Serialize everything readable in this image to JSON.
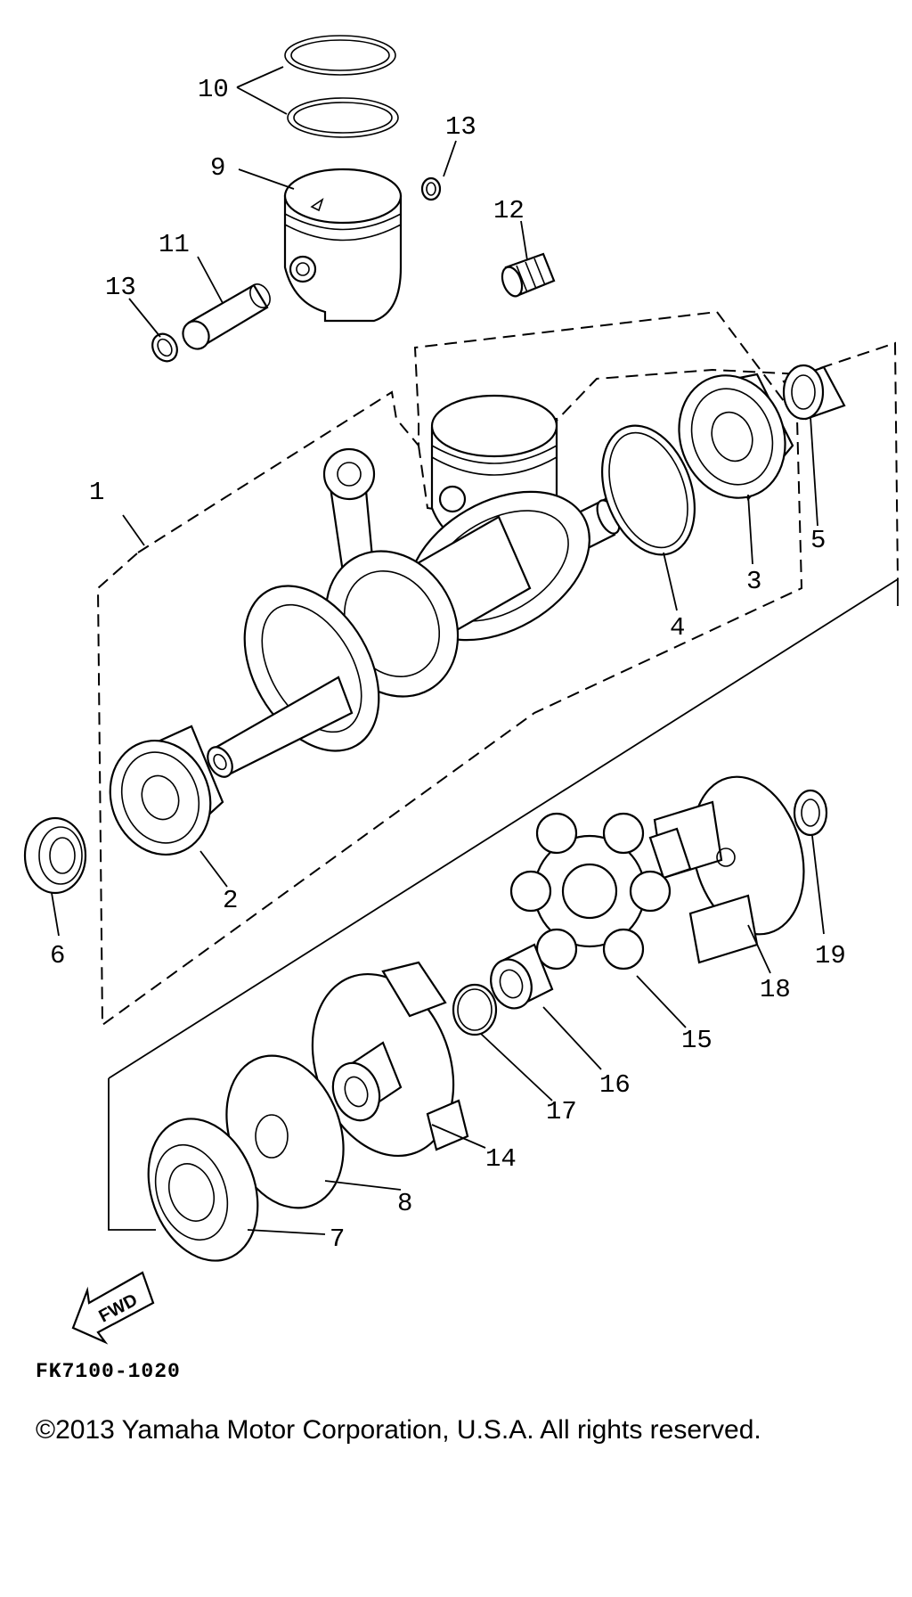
{
  "diagram": {
    "figure_code": "FK7100-1020",
    "copyright": "©2013 Yamaha Motor Corporation, U.S.A. All rights reserved.",
    "direction_arrow": {
      "icon": "fwd-arrow-icon",
      "label": "FWD"
    },
    "callouts": [
      {
        "id": "1",
        "label": "1"
      },
      {
        "id": "2",
        "label": "2"
      },
      {
        "id": "3",
        "label": "3"
      },
      {
        "id": "4",
        "label": "4"
      },
      {
        "id": "5",
        "label": "5"
      },
      {
        "id": "6",
        "label": "6"
      },
      {
        "id": "7",
        "label": "7"
      },
      {
        "id": "8",
        "label": "8"
      },
      {
        "id": "9",
        "label": "9"
      },
      {
        "id": "10",
        "label": "10"
      },
      {
        "id": "11",
        "label": "11"
      },
      {
        "id": "12",
        "label": "12"
      },
      {
        "id": "13a",
        "label": "13"
      },
      {
        "id": "13b",
        "label": "13"
      },
      {
        "id": "14",
        "label": "14"
      },
      {
        "id": "15",
        "label": "15"
      },
      {
        "id": "16",
        "label": "16"
      },
      {
        "id": "17",
        "label": "17"
      },
      {
        "id": "18",
        "label": "18"
      },
      {
        "id": "19",
        "label": "19"
      }
    ]
  }
}
